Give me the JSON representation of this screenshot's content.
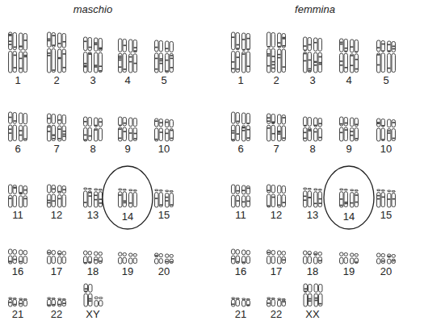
{
  "diagram": {
    "nodes": [
      {
        "text": [
          "14"
        ]
      },
      {
        "text": [
          "14"
        ]
      }
    ],
    "labels": [
      "maschio",
      "femmina",
      "1",
      "2",
      "3",
      "4",
      "5",
      "6",
      "7",
      "8",
      "9",
      "10",
      "11",
      "12",
      "13",
      "15",
      "16",
      "17",
      "18",
      "19",
      "20",
      "21",
      "22",
      "XY",
      "1",
      "2",
      "3",
      "4",
      "5",
      "6",
      "7",
      "8",
      "9",
      "10",
      "11",
      "12",
      "13",
      "15",
      "16",
      "17",
      "18",
      "19",
      "20",
      "21",
      "22",
      "XX"
    ]
  }
}
